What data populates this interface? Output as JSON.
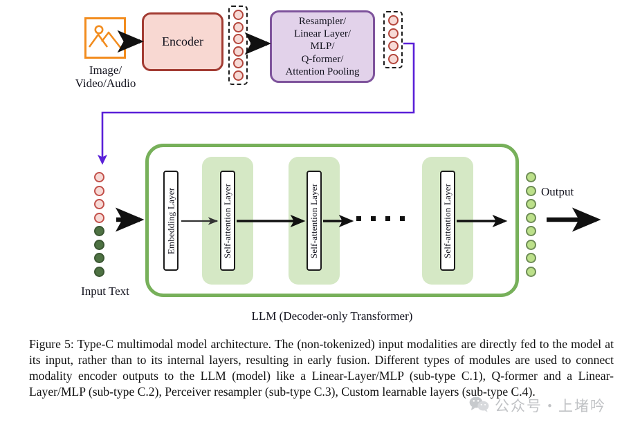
{
  "figure": {
    "modality": {
      "icon_name": "image-placeholder-icon",
      "caption_line1": "Image/",
      "caption_line2": "Video/Audio"
    },
    "encoder": {
      "label": "Encoder"
    },
    "modality_tokens_1": {
      "count": 6,
      "name": "modality-token-column-1"
    },
    "connector": {
      "lines": [
        "Resampler/",
        "Linear Layer/",
        "MLP/",
        "Q-former/",
        "Attention Pooling"
      ]
    },
    "modality_tokens_2": {
      "count": 4,
      "name": "modality-token-column-2"
    },
    "input_tokens": {
      "label": "Input Text",
      "modality_count": 4,
      "text_count": 4
    },
    "llm": {
      "caption": "LLM (Decoder-only Transformer)",
      "blocks": [
        {
          "label": "Embedding Layer",
          "shaded": false
        },
        {
          "label": "Self-attention Layer",
          "shaded": true
        },
        {
          "label": "Self-attention Layer",
          "shaded": true
        },
        {
          "label": "Self-attention Layer",
          "shaded": true
        }
      ],
      "ellipsis_dots": 4
    },
    "output": {
      "label": "Output",
      "token_count": 8
    },
    "colors": {
      "encoder_fill": "#F8D8D2",
      "encoder_stroke": "#A23B32",
      "connector_fill": "#E2D2EA",
      "connector_stroke": "#7E539C",
      "llm_stroke": "#77B05A",
      "attn_fill": "#D5E8C5",
      "modality_token_fill": "#F7DAD6",
      "modality_token_stroke": "#B4463C",
      "text_token_fill": "#4E7243",
      "output_token_fill": "#BCE08A",
      "purple_wire": "#5A20D8",
      "icon_orange": "#F28C1E"
    }
  },
  "caption": {
    "text": "Figure 5: Type-C multimodal model architecture. The (non-tokenized) input modalities are directly fed to the model at its input, rather than to its internal layers, resulting in early fusion. Different types of modules are used to connect modality encoder outputs to the LLM (model) like a Linear-Layer/MLP (sub-type C.1), Q-former and a Linear-Layer/MLP (sub-type C.2), Perceiver resampler (sub-type C.3), Custom learnable layers (sub-type C.4)."
  },
  "watermark": {
    "icon_name": "wechat-icon",
    "text": "公众号・上堵吟"
  }
}
